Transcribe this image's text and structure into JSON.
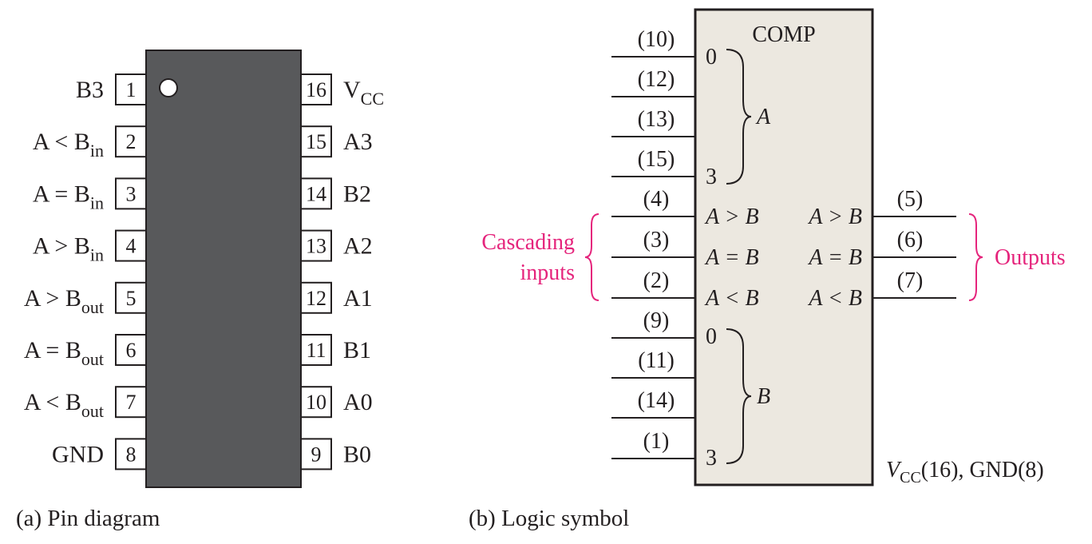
{
  "pin_diagram": {
    "caption": "(a)  Pin diagram",
    "left_pins": [
      {
        "num": "1",
        "label": "B3",
        "sub": ""
      },
      {
        "num": "2",
        "label": "A < B",
        "sub": "in"
      },
      {
        "num": "3",
        "label": "A = B",
        "sub": "in"
      },
      {
        "num": "4",
        "label": "A > B",
        "sub": "in"
      },
      {
        "num": "5",
        "label": "A > B",
        "sub": "out"
      },
      {
        "num": "6",
        "label": "A = B",
        "sub": "out"
      },
      {
        "num": "7",
        "label": "A < B",
        "sub": "out"
      },
      {
        "num": "8",
        "label": "GND",
        "sub": ""
      }
    ],
    "right_pins": [
      {
        "num": "16",
        "label": "V",
        "sub": "CC"
      },
      {
        "num": "15",
        "label": "A3",
        "sub": ""
      },
      {
        "num": "14",
        "label": "B2",
        "sub": ""
      },
      {
        "num": "13",
        "label": "A2",
        "sub": ""
      },
      {
        "num": "12",
        "label": "A1",
        "sub": ""
      },
      {
        "num": "11",
        "label": "B1",
        "sub": ""
      },
      {
        "num": "10",
        "label": "A0",
        "sub": ""
      },
      {
        "num": "9",
        "label": "B0",
        "sub": ""
      }
    ]
  },
  "logic_symbol": {
    "caption": "(b)  Logic symbol",
    "title": "COMP",
    "a_inputs": [
      "(10)",
      "(12)",
      "(13)",
      "(15)"
    ],
    "a_bit_first": "0",
    "a_bit_last": "3",
    "a_group": "A",
    "cascade_inputs": [
      {
        "pin": "(4)",
        "label": "A > B"
      },
      {
        "pin": "(3)",
        "label": "A = B"
      },
      {
        "pin": "(2)",
        "label": "A < B"
      }
    ],
    "b_inputs": [
      "(9)",
      "(11)",
      "(14)",
      "(1)"
    ],
    "b_bit_first": "0",
    "b_bit_last": "3",
    "b_group": "B",
    "outputs": [
      {
        "pin": "(5)",
        "label": "A > B"
      },
      {
        "pin": "(6)",
        "label": "A = B"
      },
      {
        "pin": "(7)",
        "label": "A < B"
      }
    ],
    "cascading_label_line1": "Cascading",
    "cascading_label_line2": "inputs",
    "outputs_label": "Outputs",
    "power_v": "V",
    "power_sub": "CC",
    "power_rest": "(16), GND(8)"
  },
  "colors": {
    "chip_body": "#58595b",
    "symbol_fill": "#ece8e0",
    "annotation": "#e5247c",
    "ink": "#231f20"
  }
}
